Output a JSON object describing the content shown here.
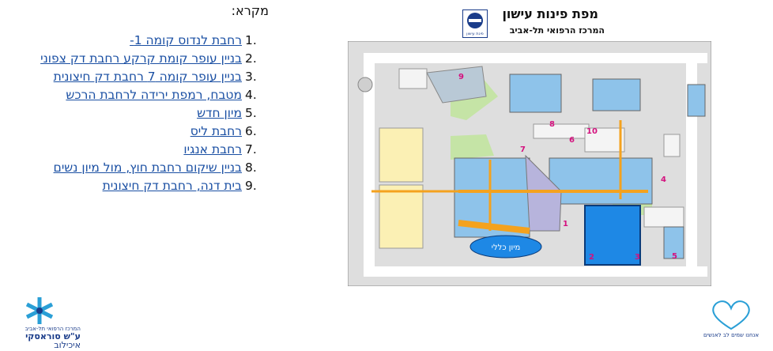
{
  "legend": {
    "title": "מקרא:",
    "items": [
      {
        "num": "1.",
        "text": "רחבת לנדוס קומה 1-"
      },
      {
        "num": "2.",
        "text": "בניין עופר קומת קרקע רחבת דק צפוני"
      },
      {
        "num": "3.",
        "text": "בניין עופר קומה 7 רחבת דק חיצונית"
      },
      {
        "num": "4.",
        "text": "מטבח, רמפת ירידה לרחבת הרכש"
      },
      {
        "num": "5.",
        "text": "מיון חדש"
      },
      {
        "num": "6.",
        "text": "רחבת ליס"
      },
      {
        "num": "7.",
        "text": "רחבת אנגיו"
      },
      {
        "num": "8.",
        "text": "בניין שיקום  רחבת חוץ, מול מיון נשים"
      },
      {
        "num": "9.",
        "text": "בית דנה, רחבת דק חיצונית"
      }
    ]
  },
  "map": {
    "title": "מפת פינות עישון",
    "subtitle": "המרכז הרפואי תל-אביב",
    "header_logo_text": "פינת עישון",
    "central_er_label": "מיון כללי",
    "markers": [
      "1",
      "2",
      "3",
      "4",
      "5",
      "6",
      "7",
      "8",
      "9",
      "10"
    ],
    "colors": {
      "path": "#f4a21e",
      "building_blue": "#8ec3ea",
      "building_dark": "#1e88e5",
      "lavender": "#b7b4dc",
      "yellow": "#fbf0b4",
      "green": "#c5e4a6",
      "marker": "#d4117e"
    }
  },
  "footer": {
    "left_logo_line1": "המרכז הרפואי תל-אביב",
    "left_logo_line2": "ע\"ש סוראסקי",
    "left_logo_line3": "איכילוב",
    "right_logo_caption": "אנחנו שמים לב לאנשים"
  }
}
